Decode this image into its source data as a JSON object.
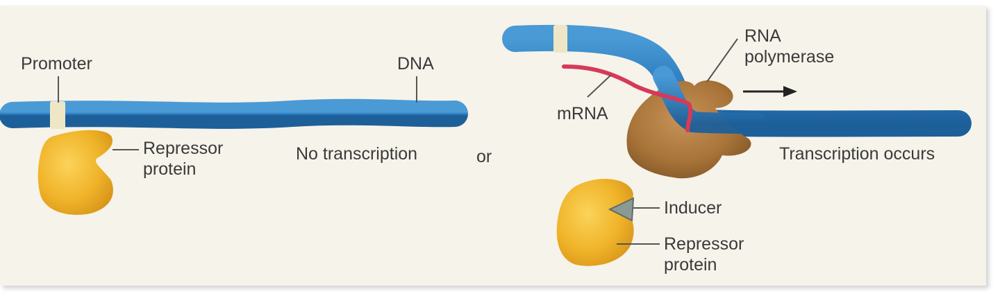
{
  "left": {
    "promoter_label": "Promoter",
    "dna_label": "DNA",
    "repressor_label_line1": "Repressor",
    "repressor_label_line2": "protein",
    "status": "No transcription"
  },
  "separator": "or",
  "right": {
    "rna_pol_line1": "RNA",
    "rna_pol_line2": "polymerase",
    "mrna_label": "mRNA",
    "status": "Transcription occurs",
    "inducer_label": "Inducer",
    "repressor_label_line1": "Repressor",
    "repressor_label_line2": "protein"
  },
  "colors": {
    "dna": "#2f7fc1",
    "promoter": "#efe6c6",
    "repressor": "#f0b42a",
    "rna_polymerase": "#a87438",
    "mrna": "#d63a58",
    "inducer": "#8c9a94"
  }
}
